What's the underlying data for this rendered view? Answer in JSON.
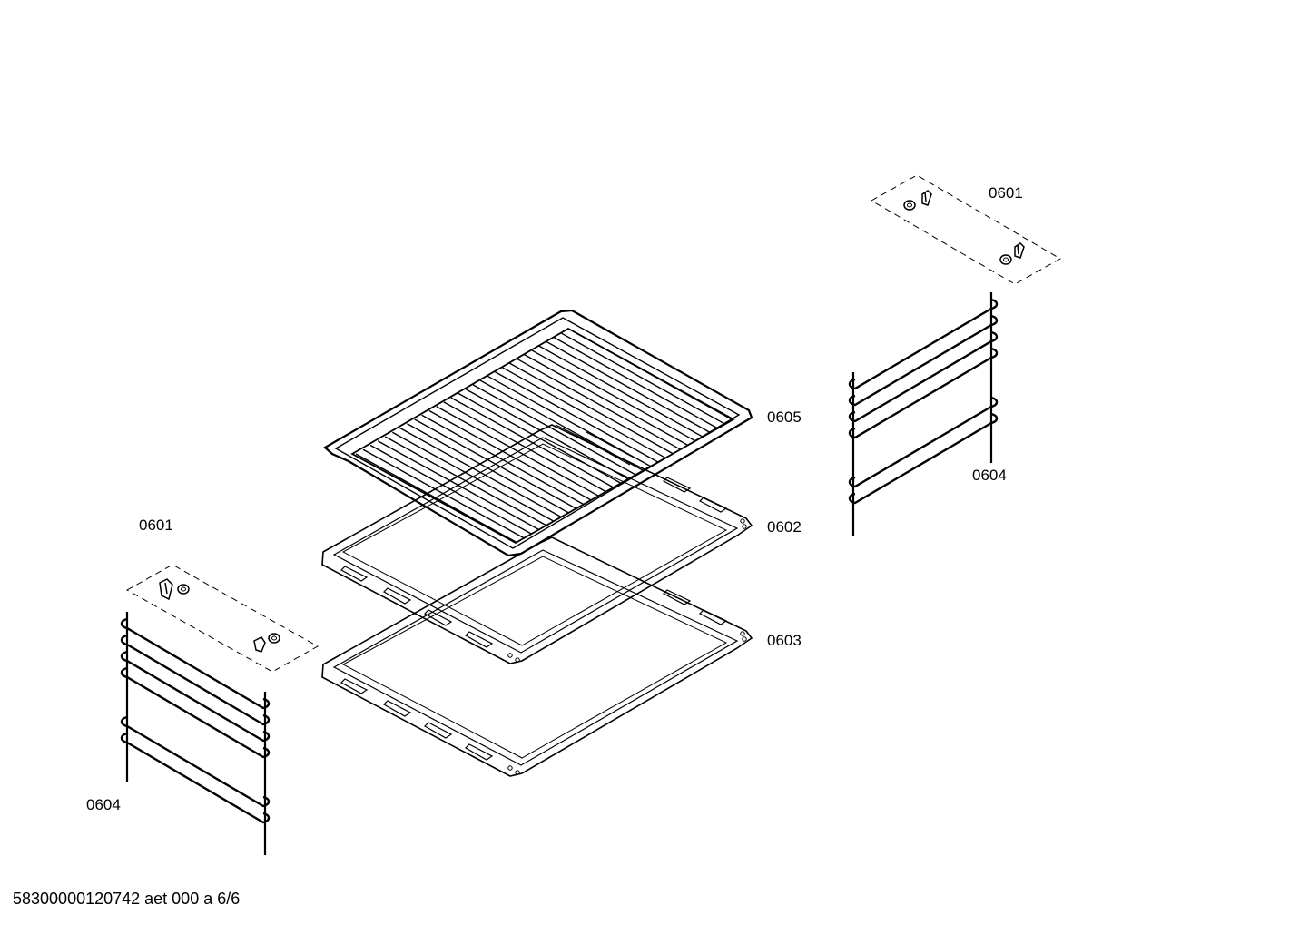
{
  "callouts": {
    "grid_shelf": "0605",
    "baking_tray": "0602",
    "deep_tray": "0603",
    "clips_left": "0601",
    "clips_right": "0601",
    "rail_left": "0604",
    "rail_right": "0604"
  },
  "footer": "58300000120742 aet 000 a 6/6"
}
